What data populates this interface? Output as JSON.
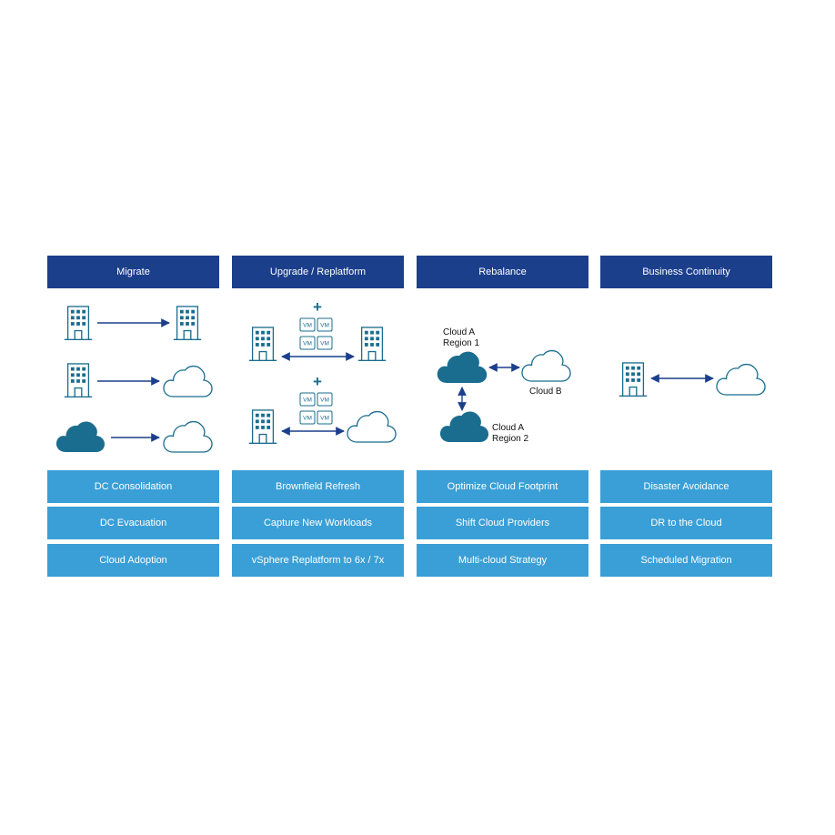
{
  "columns": [
    {
      "title": "Migrate",
      "items": [
        "DC Consolidation",
        "DC Evacuation",
        "Cloud Adoption"
      ]
    },
    {
      "title": "Upgrade / Replatform",
      "items": [
        "Brownfield Refresh",
        "Capture New Workloads",
        "vSphere Replatform to 6x / 7x"
      ]
    },
    {
      "title": "Rebalance",
      "items": [
        "Optimize Cloud Footprint",
        "Shift Cloud Providers",
        "Multi-cloud Strategy"
      ]
    },
    {
      "title": "Business Continuity",
      "items": [
        "Disaster Avoidance",
        "DR to the Cloud",
        "Scheduled Migration"
      ]
    }
  ],
  "rebalance_labels": {
    "cloud_a_region1_line1": "Cloud A",
    "cloud_a_region1_line2": "Region 1",
    "cloud_b": "Cloud B",
    "cloud_a_region2_line1": "Cloud A",
    "cloud_a_region2_line2": "Region 2"
  },
  "vm_label": "VM",
  "plus_label": "+",
  "colors": {
    "header": "#1c3f8c",
    "cell": "#3a9fd6",
    "icon": "#1a6d8f",
    "arrow": "#1c3f8c"
  }
}
